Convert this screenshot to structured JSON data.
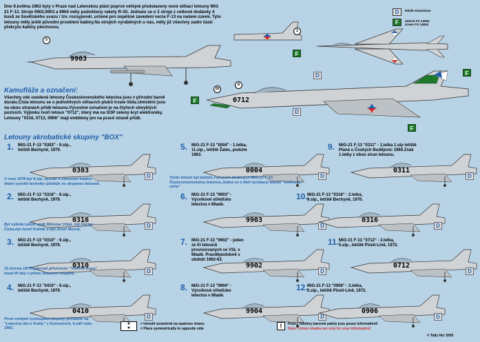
{
  "intro_text": "Dne 9.května 1963 byly v Praze nad Letenskou plání poprvé veřejně představeny nové stíhací letouny MiG 21 F-13. Stroje 9902,9903 a 9904 měly podvěšeny rakety R-3S. Jednalo se o 3 stroje z celkové dodávky 4 kusů ze Sovětského svazu / tzv. rozsypové/, určené pro úspěšné zavedení verze F-13 na našem území. Tyto letouny měly ještě původní prosklení kabiny.Na strojích vyráběných u nás, měly již všechny zadní části překrytu kabiny plechovou.",
  "legend": {
    "d_label": "D",
    "d_text": "Hliník Aluminium",
    "f_label": "F",
    "f_text": "Zelená FS 14062 Green FS 14062"
  },
  "camo": {
    "title": "Kamufláže a označení:",
    "text": "Všechny zde uvedené letouny Československého letectva jsou v přírodní barvě duralu.Čísla letounu se u jednotlivých stíhacích pluků trvale lišila.Umístění jsou na obou stranách přídě letounu.Výsostné označení je na čtyřech obvyklých pozicích. Výjimku tvoří letoun \"0712\", který má na SOP zelený kryt elektroniky. Letouny \"0316, 0712, 0906\" mají emblémy jen na pravé straně přídě."
  },
  "box_title": "Letouny akrobatické skupiny \"BOX\"",
  "top_serials": {
    "side": "9903",
    "three_quarter": "0712"
  },
  "aircraft": [
    {
      "num": "1.",
      "caption": "MiG-21 F-13 \"0303\" - 9.slp., letiště Bechyně, 1979.",
      "serial": "0303"
    },
    {
      "num": "2.",
      "caption": "MiG-21 F-13 \"0316\" - 9.slp., letiště Bechyně, 1979.",
      "serial": "0316"
    },
    {
      "num": "3.",
      "caption": "MiG-21 F-13 \"0310\" - 9.slp., letiště Bechyně, 1979.",
      "serial": "0310"
    },
    {
      "num": "4.",
      "caption": "MiG-21 F-13 \"0410\" - 9.slp., letiště Bechyně, 1979.",
      "serial": "0410"
    },
    {
      "num": "5.",
      "caption": "MiG-21 F-13 \"0004\" - 1.letka, 11.slp., letiště Žatec, podzim 1963.",
      "serial": "0004"
    },
    {
      "num": "6.",
      "caption": "MiG-21 F-13 \"9903\" - Výcvikové středisko letectva v Mladé.",
      "serial": "9903"
    },
    {
      "num": "7.",
      "caption": "MiG-21 F-13 \"9902\" - jeden ze tří letounů provozovaných ve VSL v Mladé. Pravděpodobně v období 1962-63.",
      "serial": "9902"
    },
    {
      "num": "8.",
      "caption": "MiG-21 F-13 \"9904\" - Výcvikové středisko letectva v Mladé.",
      "serial": "9904"
    },
    {
      "num": "9.",
      "caption": "MiG-21 F-13 \"0311\" - 1.letka 1.slp letiště Planá u Českých Budějovic 1969.Znak 1.letky z obou stran letounu.",
      "serial": "0311"
    },
    {
      "num": "10.",
      "caption": "MiG-21 F-13 \"0316\" - 2.letka, 9.slp., letiště Bechyně, 1970.",
      "serial": "0316"
    },
    {
      "num": "11.",
      "caption": "MiG-21 F-13 \"0712\" - 3.letka, 5.slp., letiště Plzeň-Líně, 1972.",
      "serial": "0712"
    },
    {
      "num": "12.",
      "caption": "MiG-21 F-13 \"0906\" - 3.letka, 5.slp., letiště Plzeň-Líně, 1972.",
      "serial": "0906"
    }
  ],
  "notes": {
    "n1": "V roce 1978 byl 9.slp. vyzván k obnovení tradice létání vysoké techniky pilotáže se skupinou letounů.",
    "n2": "Byl vybrání piloti: pplk.Miloslav Vítek, mjr.Václav Čuba,mjr.Josef Květák a kpt.Josef Mocný.",
    "n3": "11.června 1979 vykonali příslušníci \"Vítkova Boxu\" hned tři lety v přímo obsazení skupiny.",
    "n4": "První veřejné vystoupení skupiny proběhlo na \"Letectvo dní o Květy\" v Kunovicích, 6.září roku 1981.",
    "tento": "Tento letoun byl jedním z prvních dodaných MiG-21 F-13 Československému letectvu.Jedná se o třetí vyrobený letoun \"ověřovací série\""
  },
  "footer": {
    "star_line1": "= Umístit souměrně na opačnou stranu",
    "star_line2": "= Place symmetrically to opposite side",
    "warn_line1": "Pozn.: Odstíny barevné palety jsou pouze informativní!",
    "warn_line2": "Note: Colour shades are only for your information!",
    "copyright": "© Tally Ho! 2005"
  },
  "colors": {
    "accent": "#1f5fa8",
    "green": "#1e7a2a",
    "background": "#b9d3e6",
    "metal": "#cfd3d6"
  }
}
